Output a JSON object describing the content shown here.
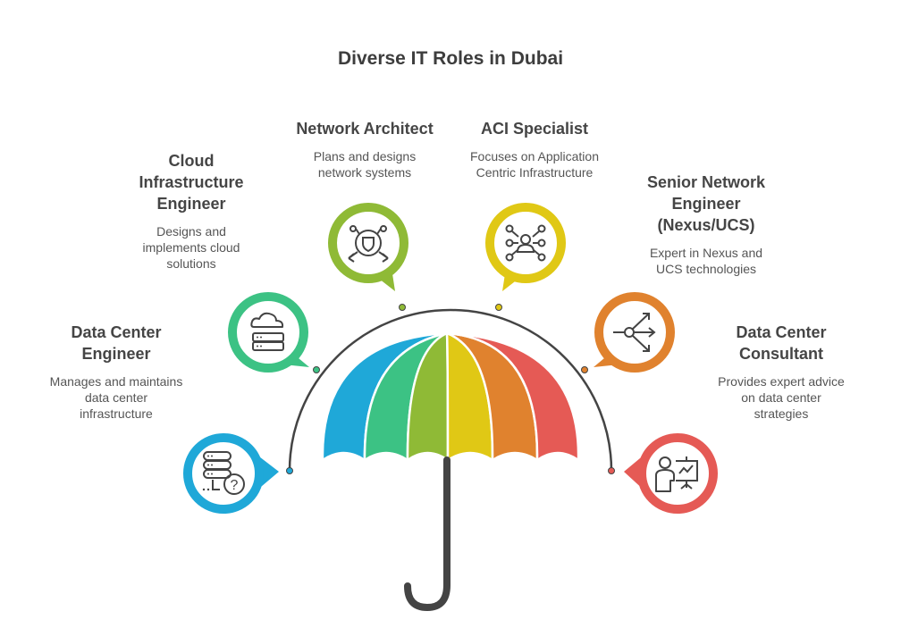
{
  "title": "Diverse IT Roles in Dubai",
  "roles": [
    {
      "name": "Data Center Engineer",
      "heading_lines": [
        "Data Center",
        "Engineer"
      ],
      "desc_lines": [
        "Manages and maintains",
        "data center",
        "infrastructure"
      ],
      "color": "#1fa8d8",
      "icon": "server-question-icon"
    },
    {
      "name": "Cloud Infrastructure Engineer",
      "heading_lines": [
        "Cloud",
        "Infrastructure",
        "Engineer"
      ],
      "desc_lines": [
        "Designs and",
        "implements cloud",
        "solutions"
      ],
      "color": "#3cc284",
      "icon": "cloud-server-icon"
    },
    {
      "name": "Network Architect",
      "heading_lines": [
        "Network Architect"
      ],
      "desc_lines": [
        "Plans and designs",
        "network systems"
      ],
      "color": "#8fba36",
      "icon": "network-shield-icon"
    },
    {
      "name": "ACI Specialist",
      "heading_lines": [
        "ACI Specialist"
      ],
      "desc_lines": [
        "Focuses on Application",
        "Centric Infrastructure"
      ],
      "color": "#e0c815",
      "icon": "user-network-icon"
    },
    {
      "name": "Senior Network Engineer (Nexus/UCS)",
      "heading_lines": [
        "Senior Network",
        "Engineer",
        "(Nexus/UCS)"
      ],
      "desc_lines": [
        "Expert in Nexus and",
        "UCS technologies"
      ],
      "color": "#e0822e",
      "icon": "branch-arrows-icon"
    },
    {
      "name": "Data Center Consultant",
      "heading_lines": [
        "Data Center",
        "Consultant"
      ],
      "desc_lines": [
        "Provides expert advice",
        "on data center",
        "strategies"
      ],
      "color": "#e55a55",
      "icon": "presenter-chart-icon"
    }
  ]
}
